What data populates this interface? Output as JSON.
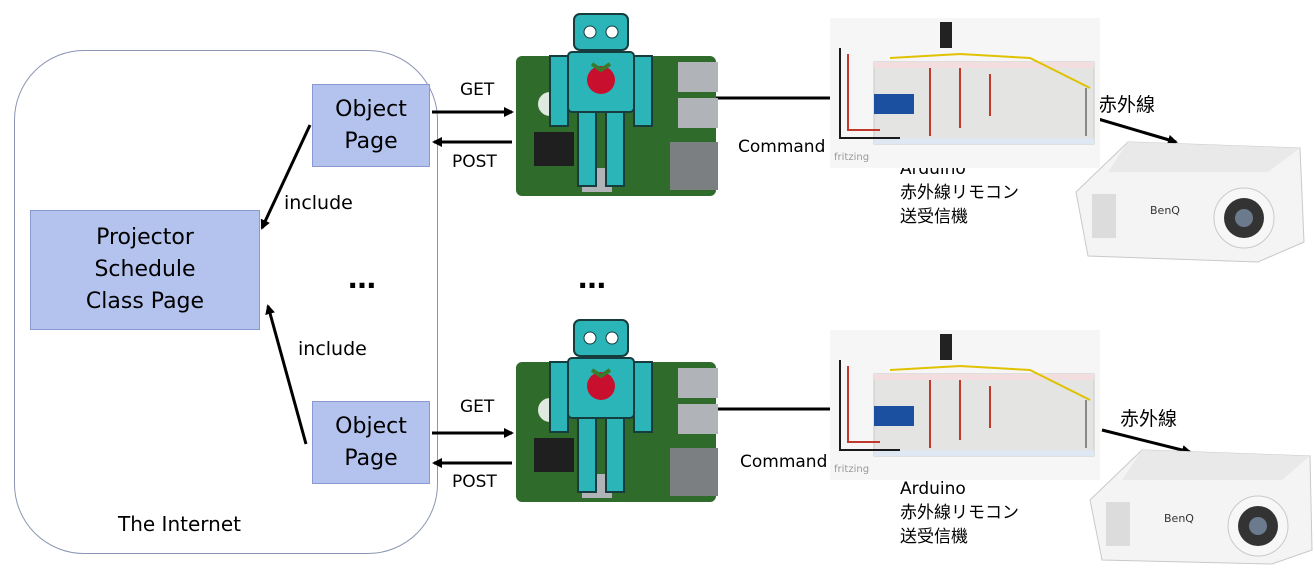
{
  "internet": {
    "label": "The Internet"
  },
  "boxes": {
    "schedule_class": "Projector\nSchedule\nClass Page",
    "object_page_top": "Object\nPage",
    "object_page_bottom": "Object\nPage"
  },
  "edges": {
    "include_top": "include",
    "include_bottom": "include",
    "get_top": "GET",
    "post_top": "POST",
    "get_bottom": "GET",
    "post_bottom": "POST",
    "command_top": "Command",
    "command_bottom": "Command",
    "ir_top": "赤外線",
    "ir_bottom": "赤外線"
  },
  "arduino": {
    "top_caption": "Arduino\n赤外線リモコン\n送受信機",
    "bottom_caption": "Arduino\n赤外線リモコン\n送受信機",
    "fritzing_top": "fritzing",
    "fritzing_bottom": "fritzing"
  },
  "projector": {
    "brand_top": "BenQ",
    "brand_bottom": "BenQ"
  },
  "ellipsis": {
    "left": "…",
    "right": "…"
  },
  "colors": {
    "box_fill": "#b4c3ee",
    "box_border": "#8a9ad0",
    "cloud_border": "#8c96b4",
    "board_green": "#2f6b2a",
    "robot_teal": "#2bb5b8",
    "raspberry_red": "#c8102e"
  },
  "icons": [
    "raspberry-pi-robot-icon",
    "arduino-breadboard-icon",
    "projector-icon"
  ]
}
